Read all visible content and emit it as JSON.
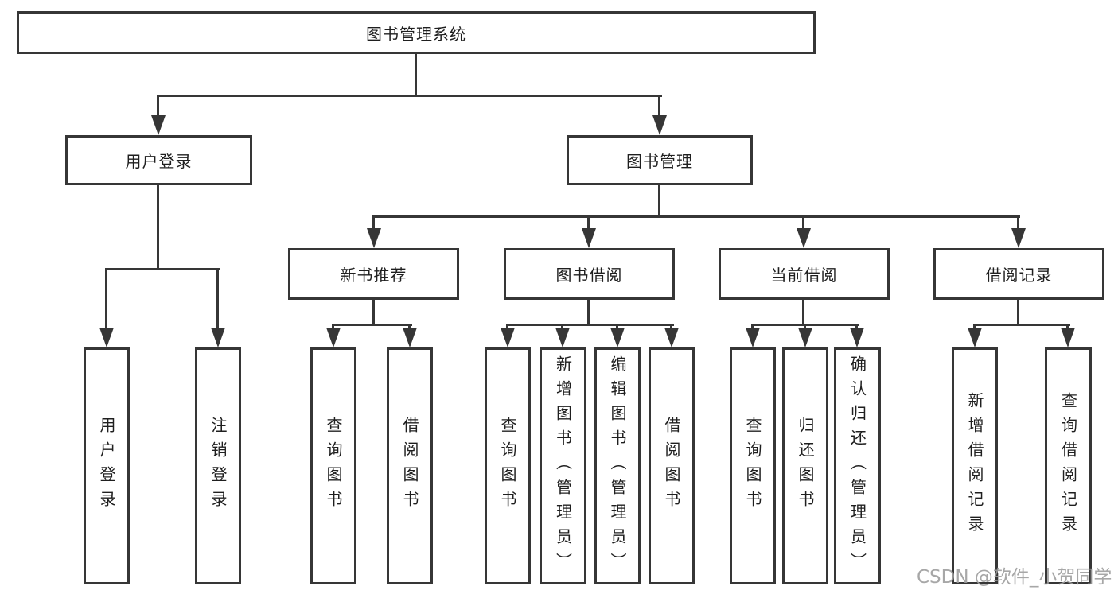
{
  "diagram": {
    "root": {
      "label": "图书管理系统"
    },
    "level2": [
      {
        "label": "用户登录"
      },
      {
        "label": "图书管理"
      }
    ],
    "level3": [
      {
        "label": "新书推荐"
      },
      {
        "label": "图书借阅"
      },
      {
        "label": "当前借阅"
      },
      {
        "label": "借阅记录"
      }
    ],
    "leaves": {
      "user_login": [
        {
          "label": "用户登录"
        },
        {
          "label": "注销登录"
        }
      ],
      "new_book": [
        {
          "label": "查询图书"
        },
        {
          "label": "借阅图书"
        }
      ],
      "book_borrow": [
        {
          "label": "查询图书"
        },
        {
          "label": "新增图书（管理员）"
        },
        {
          "label": "编辑图书（管理员）"
        },
        {
          "label": "借阅图书"
        }
      ],
      "current_borrow": [
        {
          "label": "查询图书"
        },
        {
          "label": "归还图书"
        },
        {
          "label": "确认归还（管理员）"
        }
      ],
      "borrow_records": [
        {
          "label": "新增借阅记录"
        },
        {
          "label": "查询借阅记录"
        }
      ]
    }
  },
  "watermark": {
    "text": "CSDN @软件_小贺同学"
  },
  "colors": {
    "line": "#363636",
    "text": "#1f1f1f",
    "background": "#ffffff",
    "watermark": "#9e9e9e"
  }
}
